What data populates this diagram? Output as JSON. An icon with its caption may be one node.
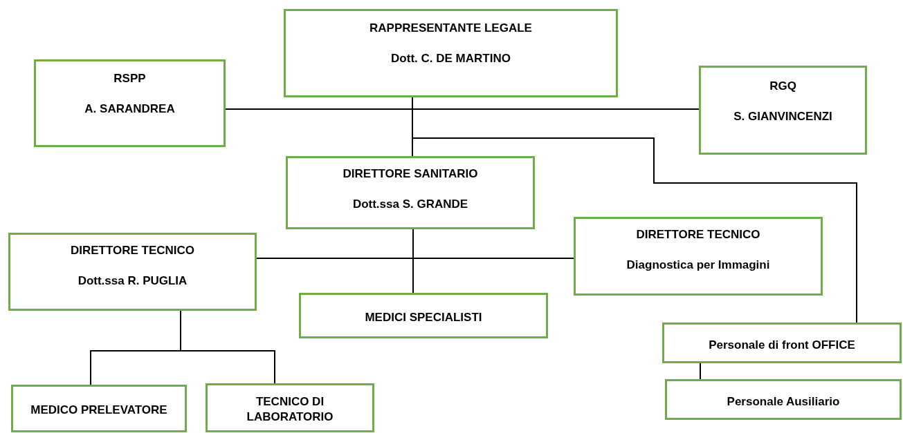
{
  "diagram": {
    "nodes": [
      {
        "text": [
          "RAPPRESENTANTE LEGALE",
          "Dott. C. DE MARTINO"
        ]
      },
      {
        "text": [
          "RSPP",
          "A. SARANDREA"
        ]
      },
      {
        "text": [
          "RGQ",
          "S. GIANVINCENZI"
        ]
      },
      {
        "text": [
          "DIRETTORE SANITARIO",
          "Dott.ssa S. GRANDE"
        ]
      },
      {
        "text": [
          "DIRETTORE TECNICO",
          "Dott.ssa R. PUGLIA"
        ]
      },
      {
        "text": [
          "DIRETTORE TECNICO",
          "Diagnostica per Immagini"
        ]
      },
      {
        "text": [
          "MEDICI SPECIALISTI"
        ]
      },
      {
        "text": [
          "Personale di front OFFICE"
        ]
      },
      {
        "text": [
          "Personale Ausiliario"
        ]
      },
      {
        "text": [
          "MEDICO PRELEVATORE"
        ]
      },
      {
        "text": [
          "TECNICO DI LABORATORIO"
        ]
      }
    ],
    "edges": [
      {
        "from": 0,
        "to": 1,
        "arrow": "none"
      },
      {
        "from": 0,
        "to": 2,
        "arrow": "none"
      },
      {
        "from": 0,
        "to": 3,
        "arrow": "none"
      },
      {
        "from": 0,
        "to": 7,
        "arrow": "none"
      },
      {
        "from": 3,
        "to": 4,
        "arrow": "none"
      },
      {
        "from": 3,
        "to": 5,
        "arrow": "none"
      },
      {
        "from": 3,
        "to": 6,
        "arrow": "none"
      },
      {
        "from": 4,
        "to": 9,
        "arrow": "none"
      },
      {
        "from": 4,
        "to": 10,
        "arrow": "none"
      },
      {
        "from": 7,
        "to": 8,
        "arrow": "none"
      }
    ]
  }
}
